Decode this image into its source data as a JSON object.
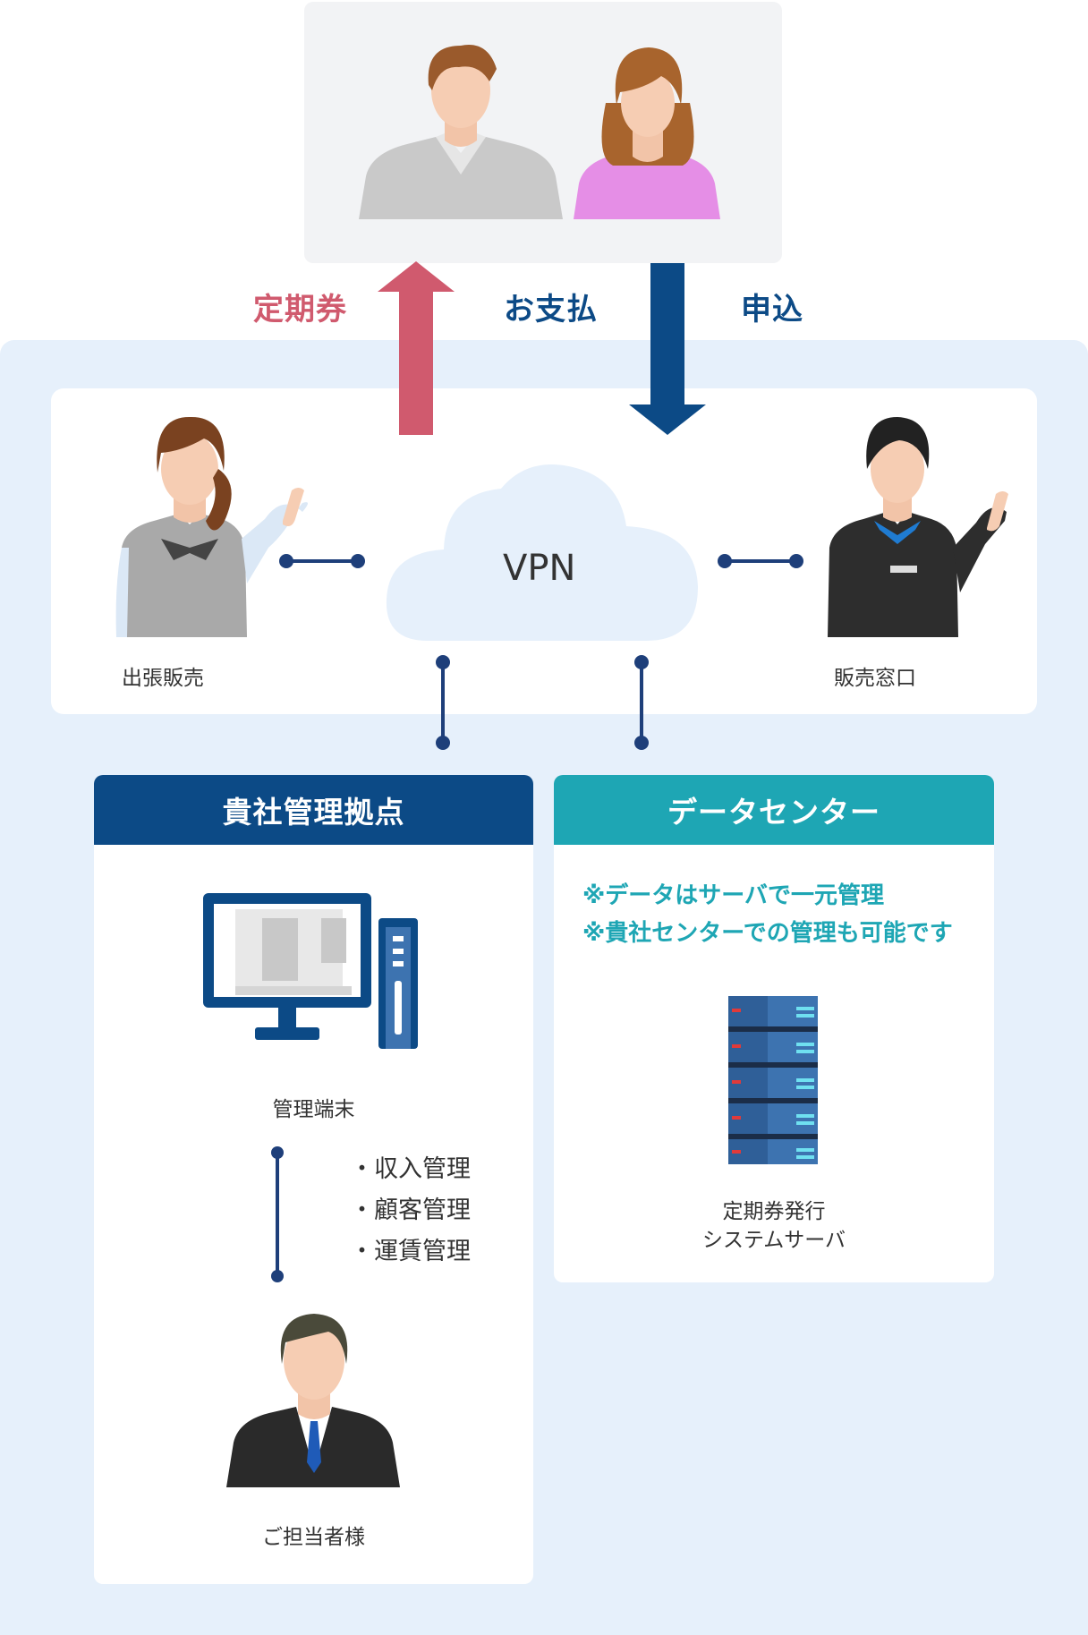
{
  "flow": {
    "ticket_label": "定期券",
    "payment_label": "お支払",
    "apply_label": "申込"
  },
  "network": {
    "vpn_label": "VPN",
    "field_sales_label": "出張販売",
    "counter_label": "販売窓口"
  },
  "hq": {
    "title": "貴社管理拠点",
    "terminal_label": "管理端末",
    "tasks": [
      "・収入管理",
      "・顧客管理",
      "・運賃管理"
    ],
    "person_label": "ご担当者様"
  },
  "datacenter": {
    "title": "データセンター",
    "notes": [
      "※データはサーバで一元管理",
      "※貴社センターでの管理も可能です"
    ],
    "server_label_line1": "定期券発行",
    "server_label_line2": "システムサーバ"
  },
  "colors": {
    "navy": "#0c4a86",
    "teal": "#1ea6b4",
    "ticket_arrow": "#d05a6e",
    "line_blue": "#1e3f7a"
  }
}
